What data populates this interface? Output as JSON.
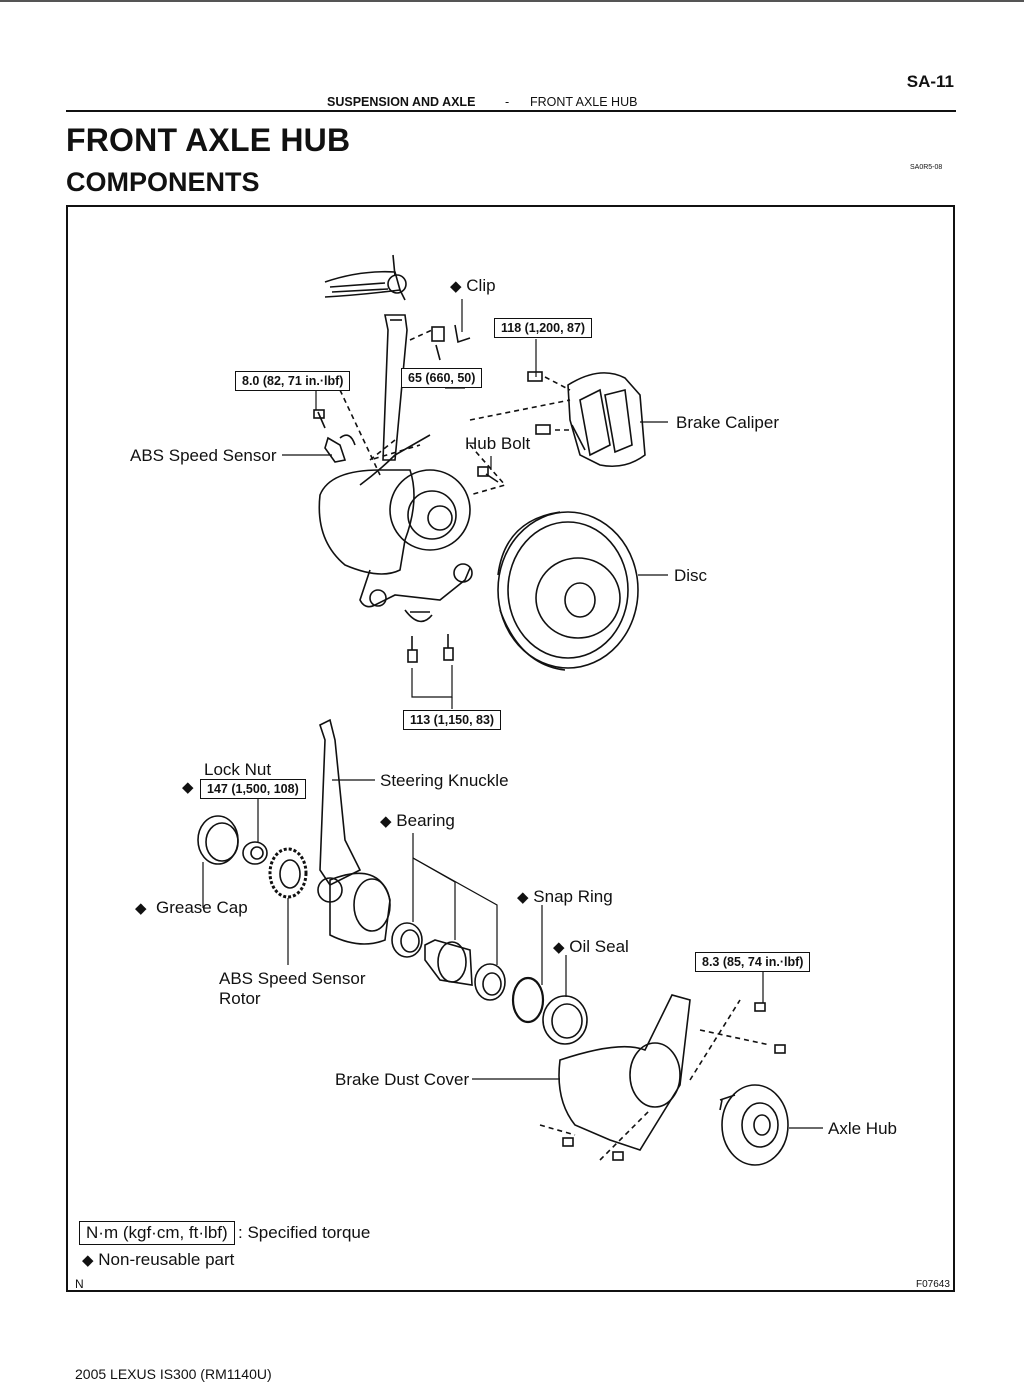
{
  "header": {
    "page_number": "SA-11",
    "section": "SUSPENSION AND AXLE",
    "separator": "-",
    "subsection": "FRONT AXLE HUB"
  },
  "title": "FRONT AXLE HUB",
  "subtitle": "COMPONENTS",
  "doc_code": "SA0R5-08",
  "diagram": {
    "labels": {
      "clip": "Clip",
      "brake_caliper": "Brake Caliper",
      "abs_speed_sensor": "ABS Speed Sensor",
      "hub_bolt": "Hub Bolt",
      "disc": "Disc",
      "lock_nut": "Lock Nut",
      "steering_knuckle": "Steering Knuckle",
      "bearing": "Bearing",
      "grease_cap": "Grease Cap",
      "snap_ring": "Snap Ring",
      "oil_seal": "Oil Seal",
      "abs_rotor_line1": "ABS Speed Sensor",
      "abs_rotor_line2": "Rotor",
      "brake_dust_cover": "Brake Dust Cover",
      "axle_hub": "Axle Hub"
    },
    "torques": {
      "caliper_bolt": "118 (1,200, 87)",
      "sensor_bolt": "8.0 (82, 71 in.·lbf)",
      "tie_rod_nut": "65 (660, 50)",
      "lower_bolts": "113 (1,150, 83)",
      "lock_nut": "147 (1,500, 108)",
      "dust_cover_bolt": "8.3 (85, 74 in.·lbf)"
    },
    "non_reusable_symbol": "◆",
    "legend": {
      "torque_unit": "N·m (kgf·cm, ft·lbf)",
      "torque_text": ": Specified torque",
      "non_reusable_text": "Non-reusable part"
    },
    "corner_mark": "N",
    "figure_id": "F07643"
  },
  "footer": "2005 LEXUS IS300    (RM1140U)"
}
